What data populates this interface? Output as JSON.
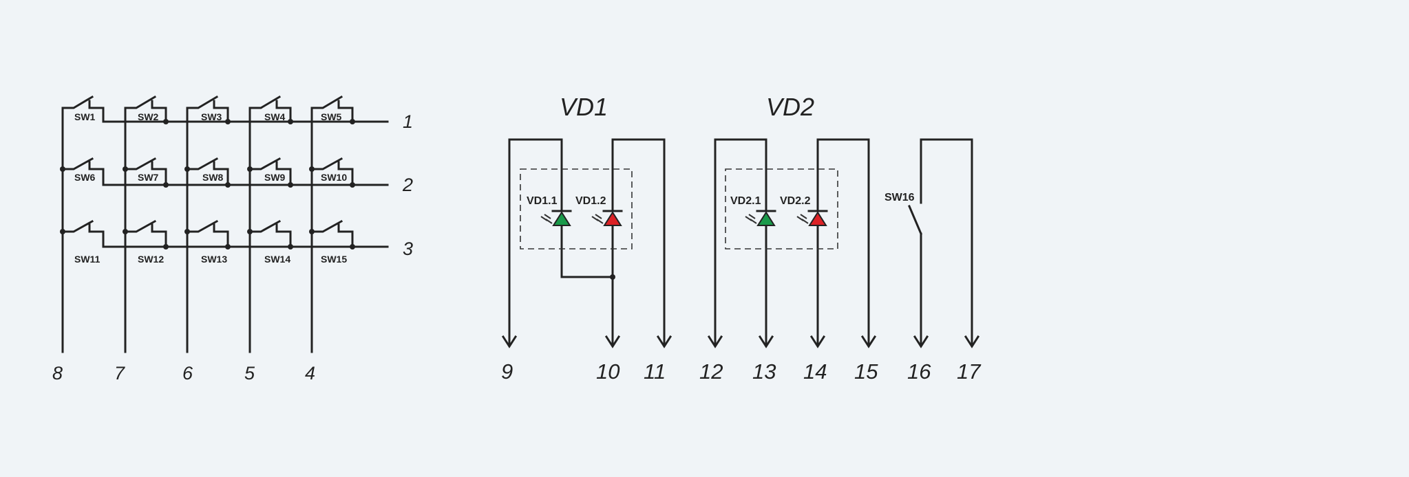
{
  "matrix": {
    "rows": [
      {
        "pin": "1",
        "switches": [
          "SW1",
          "SW2",
          "SW3",
          "SW4",
          "SW5"
        ]
      },
      {
        "pin": "2",
        "switches": [
          "SW6",
          "SW7",
          "SW8",
          "SW9",
          "SW10"
        ]
      },
      {
        "pin": "3",
        "switches": [
          "SW11",
          "SW12",
          "SW13",
          "SW14",
          "SW15"
        ]
      }
    ],
    "column_pins": [
      "8",
      "7",
      "6",
      "5",
      "4"
    ]
  },
  "vd1": {
    "title": "VD1",
    "led1": {
      "label": "VD1.1",
      "color": "#1a9a4a"
    },
    "led2": {
      "label": "VD1.2",
      "color": "#dd2226"
    },
    "pins": [
      "9",
      "10",
      "11"
    ]
  },
  "vd2": {
    "title": "VD2",
    "led1": {
      "label": "VD2.1",
      "color": "#1a9a4a"
    },
    "led2": {
      "label": "VD2.2",
      "color": "#dd2226"
    },
    "pins": [
      "12",
      "13",
      "14",
      "15"
    ]
  },
  "sw16": {
    "label": "SW16",
    "pins": [
      "16",
      "17"
    ]
  }
}
